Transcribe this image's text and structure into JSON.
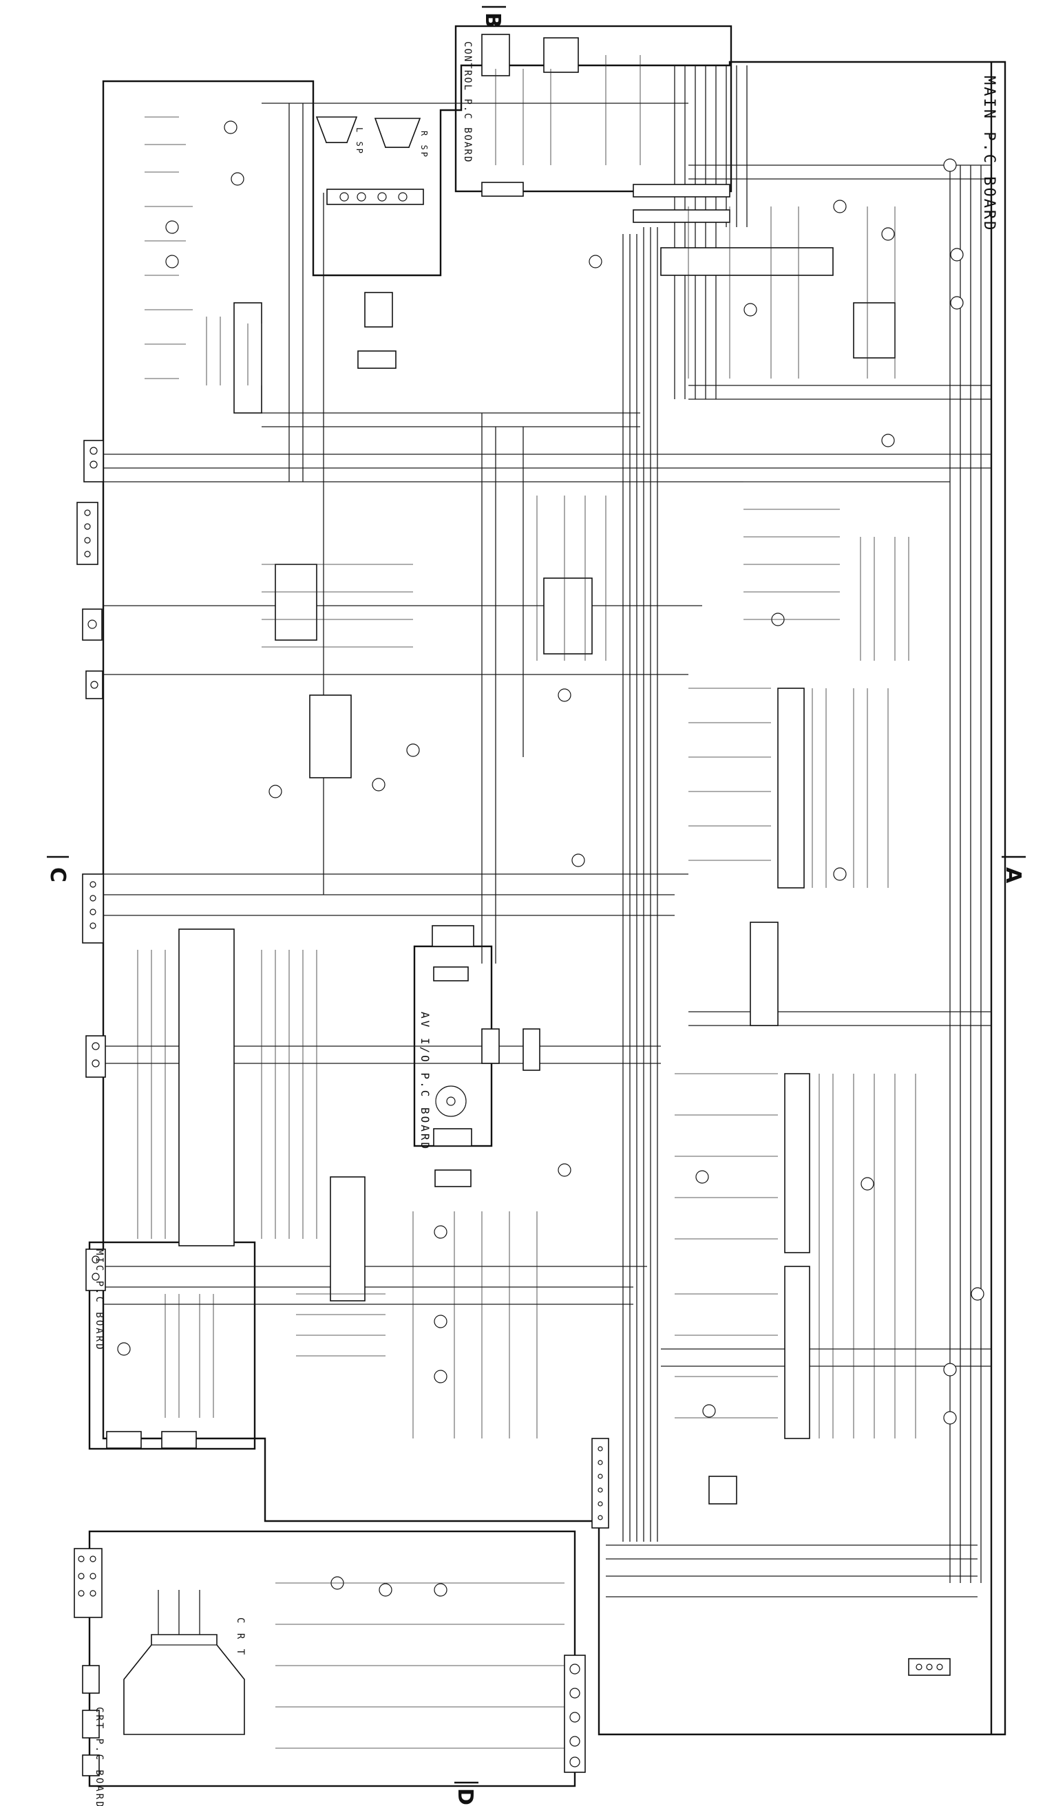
{
  "boards": {
    "main": "MAIN P.C BOARD",
    "control": "CONTROL P.C BOARD",
    "av_io": "AV I/O P.C BOARD",
    "mic": "MIC P.C BOARD",
    "crt_board": "CRT P.C BOARD",
    "crt": "C R T"
  },
  "markers": {
    "a": "A",
    "b": "B",
    "c": "C",
    "d": "D"
  },
  "speaker_labels": {
    "left": "L SP",
    "right": "R SP"
  }
}
